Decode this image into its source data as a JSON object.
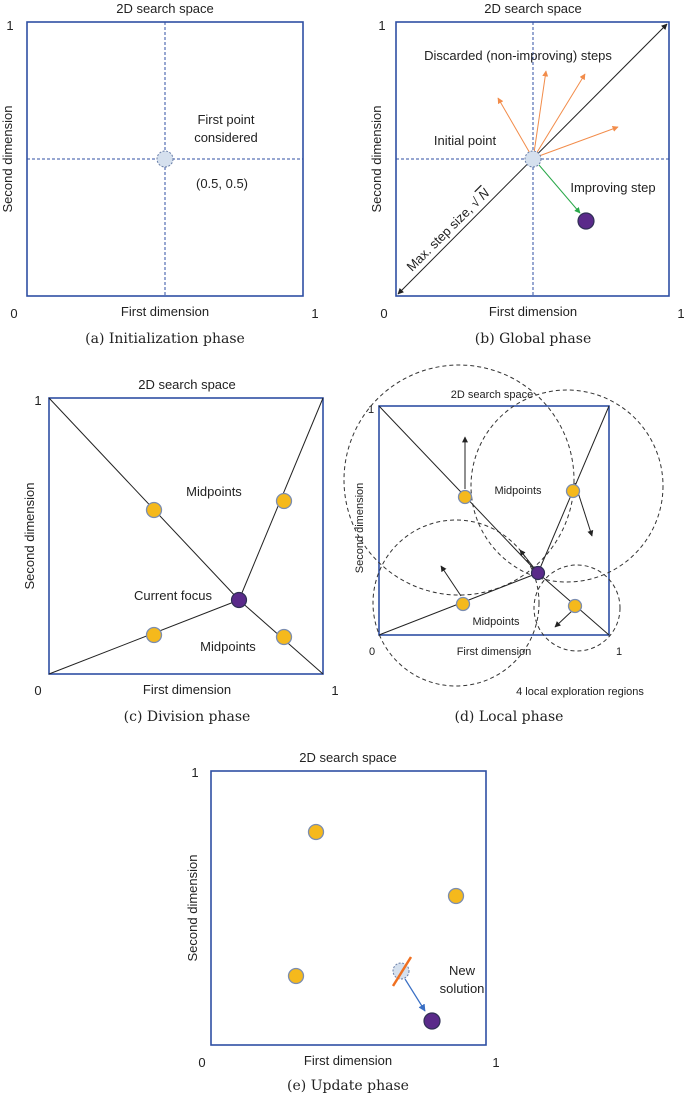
{
  "colors": {
    "box": "#2f4fa3",
    "midpoint": "#f5b91c",
    "best_point": "#5a2a8a",
    "initial_point": "#d5e0ee",
    "discarded_arrow": "#f28c4a",
    "improving_arrow": "#2aa84a",
    "update_arrow": "#3a6fc4",
    "discard_mark": "#f07020"
  },
  "panel_a": {
    "title": "2D search space",
    "tick_y_top": "1",
    "tick_x_min": "0",
    "tick_x_max": "1",
    "y_label": "Second dimension",
    "x_label": "First dimension",
    "note_line1": "First point",
    "note_line2": "considered",
    "coord": "(0.5, 0.5)",
    "caption": "(a) Initialization phase"
  },
  "panel_b": {
    "title": "2D search space",
    "tick_y_top": "1",
    "tick_x_min": "0",
    "tick_x_max": "1",
    "y_label": "Second dimension",
    "x_label": "First dimension",
    "discarded": "Discarded (non-improving) steps",
    "initial": "Initial point",
    "improving": "Improving step",
    "max_step": "Max. step size, ",
    "max_step_math": "N",
    "caption": "(b) Global phase"
  },
  "panel_c": {
    "title": "2D search space",
    "tick_y_top": "1",
    "tick_x_min": "0",
    "tick_x_max": "1",
    "y_label": "Second dimension",
    "x_label": "First dimension",
    "midpoints_top": "Midpoints",
    "current_focus": "Current focus",
    "midpoints_bottom": "Midpoints",
    "caption": "(c) Division phase"
  },
  "panel_d": {
    "title": "2D search space",
    "tick_y_top": "1",
    "tick_x_min": "0",
    "tick_x_max": "1",
    "y_label": "Second dimension",
    "x_label": "First dimension",
    "midpoints_top": "Midpoints",
    "midpoints_bottom": "Midpoints",
    "regions": "4 local exploration regions",
    "caption": "(d) Local phase"
  },
  "panel_e": {
    "title": "2D search space",
    "tick_y_top": "1",
    "tick_x_min": "0",
    "tick_x_max": "1",
    "y_label": "Second dimension",
    "x_label": "First dimension",
    "new_line1": "New",
    "new_line2": "solution",
    "caption": "(e) Update phase"
  }
}
